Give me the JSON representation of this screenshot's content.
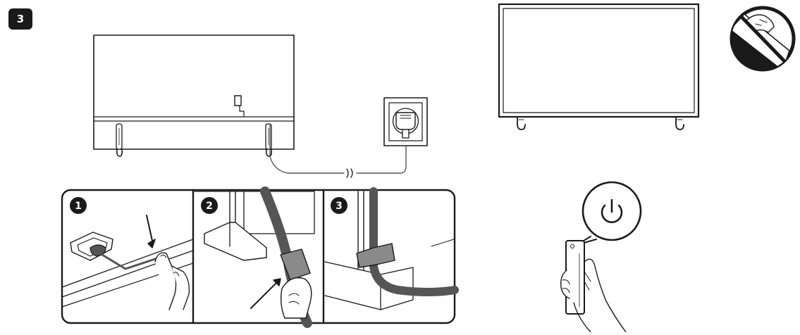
{
  "step": {
    "number": "3"
  },
  "substeps": [
    {
      "number": "1"
    },
    {
      "number": "2"
    },
    {
      "number": "3"
    }
  ],
  "icons": {
    "power": "power-icon",
    "warning": "no-touch-screen-icon",
    "cable_break": "cable-break-symbol"
  },
  "colors": {
    "ink": "#1a1a1a",
    "cable": "#555555",
    "clip": "#8a8a8a",
    "warning_fill": "#1a1a1a",
    "background": "#ffffff"
  }
}
